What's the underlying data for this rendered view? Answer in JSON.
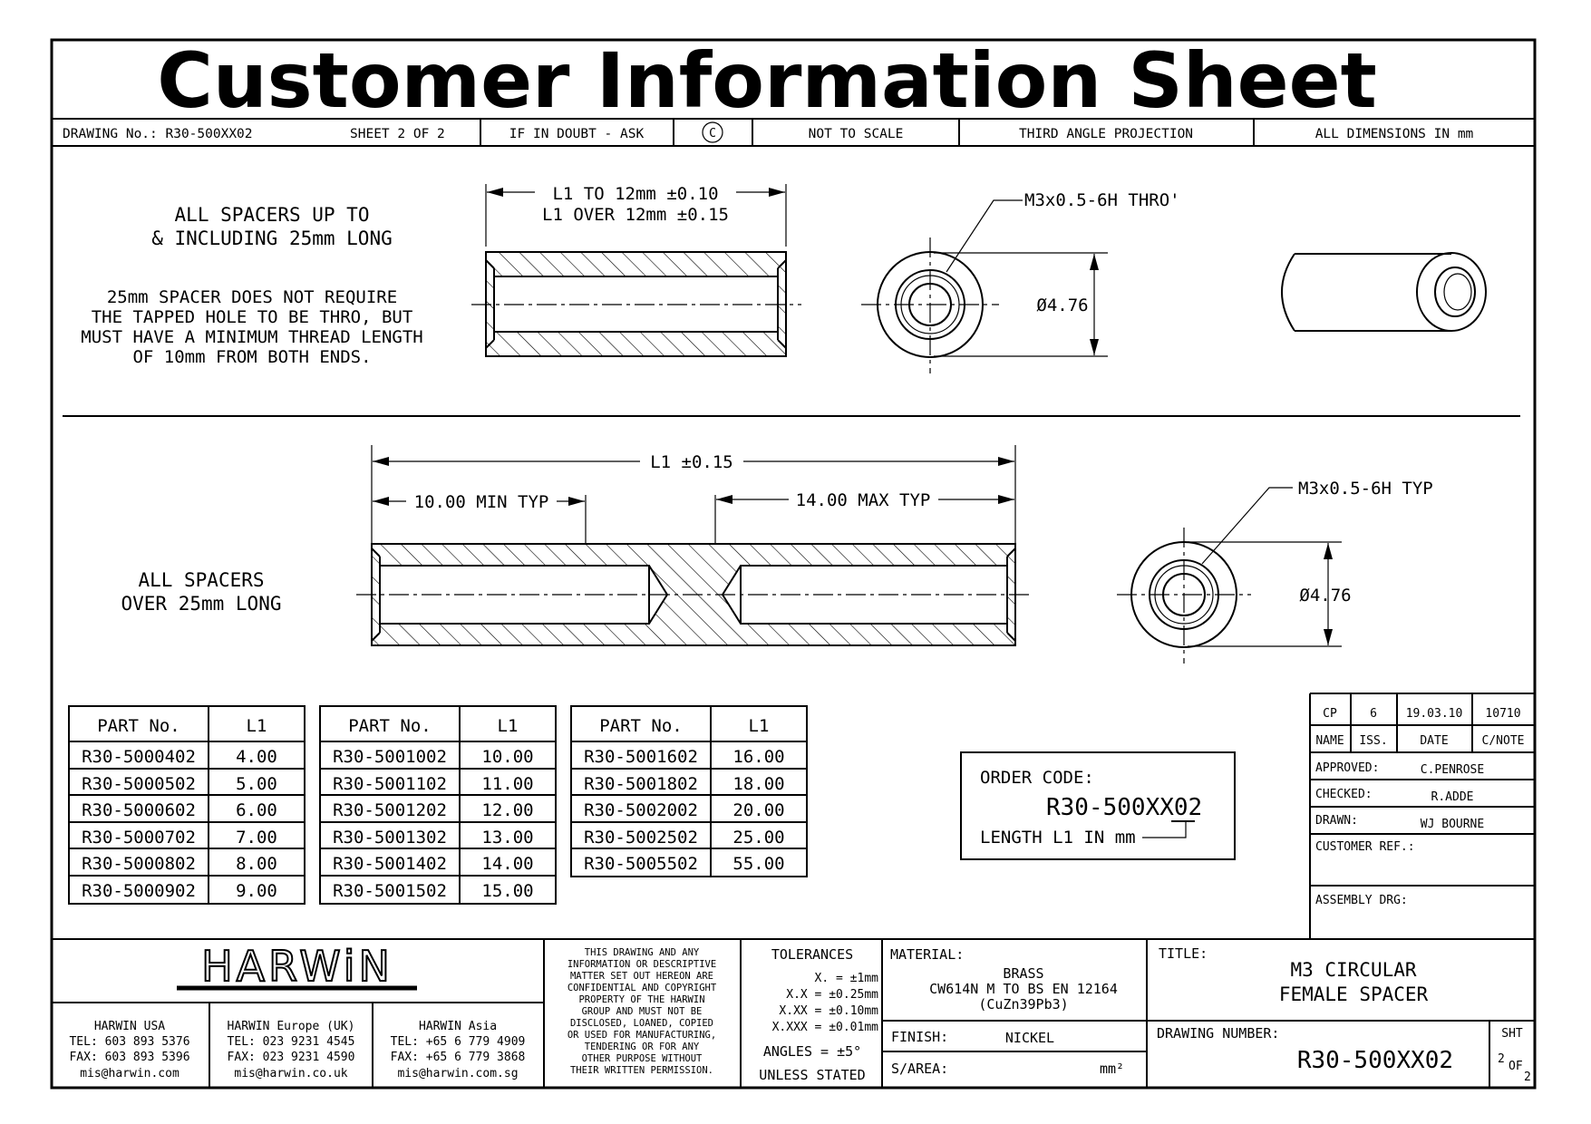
{
  "title": "Customer Information Sheet",
  "strip": {
    "drawing_no": "DRAWING No.: R30-500XX02",
    "sheet": "SHEET 2 OF 2",
    "doubt": "IF IN DOUBT - ASK",
    "copyright": "C",
    "scale": "NOT TO SCALE",
    "projection": "THIRD ANGLE PROJECTION",
    "dimensions": "ALL DIMENSIONS IN mm"
  },
  "upper": {
    "heading_1": "ALL SPACERS UP TO",
    "heading_2": "& INCLUDING 25mm LONG",
    "note_1": "25mm SPACER DOES NOT REQUIRE",
    "note_2": "THE TAPPED HOLE TO BE THRO, BUT",
    "note_3": "MUST HAVE A MINIMUM THREAD LENGTH",
    "note_4": "OF 10mm FROM BOTH ENDS.",
    "tol_1": "L1 TO 12mm ±0.10",
    "tol_2": "L1 OVER 12mm ±0.15",
    "thread": "M3x0.5-6H THRO'",
    "diameter": "Ø4.76"
  },
  "lower": {
    "heading_1": "ALL SPACERS",
    "heading_2": "OVER 25mm LONG",
    "length": "L1 ±0.15",
    "min": "10.00 MIN TYP",
    "max": "14.00 MAX TYP",
    "thread": "M3x0.5-6H TYP",
    "diameter": "Ø4.76"
  },
  "parts_tables": [
    {
      "headers": [
        "PART No.",
        "L1"
      ],
      "rows": [
        [
          "R30-5000402",
          "4.00"
        ],
        [
          "R30-5000502",
          "5.00"
        ],
        [
          "R30-5000602",
          "6.00"
        ],
        [
          "R30-5000702",
          "7.00"
        ],
        [
          "R30-5000802",
          "8.00"
        ],
        [
          "R30-5000902",
          "9.00"
        ]
      ]
    },
    {
      "headers": [
        "PART No.",
        "L1"
      ],
      "rows": [
        [
          "R30-5001002",
          "10.00"
        ],
        [
          "R30-5001102",
          "11.00"
        ],
        [
          "R30-5001202",
          "12.00"
        ],
        [
          "R30-5001302",
          "13.00"
        ],
        [
          "R30-5001402",
          "14.00"
        ],
        [
          "R30-5001502",
          "15.00"
        ]
      ]
    },
    {
      "headers": [
        "PART No.",
        "L1"
      ],
      "rows": [
        [
          "R30-5001602",
          "16.00"
        ],
        [
          "R30-5001802",
          "18.00"
        ],
        [
          "R30-5002002",
          "20.00"
        ],
        [
          "R30-5002502",
          "25.00"
        ],
        [
          "R30-5005502",
          "55.00"
        ]
      ]
    }
  ],
  "order_code": {
    "label": "ORDER CODE:",
    "code": "R30-500XX02",
    "length_note": "LENGTH L1 IN mm"
  },
  "revision": {
    "name": "CP",
    "iss": "6",
    "date": "19.03.10",
    "cnote": "10710",
    "h_name": "NAME",
    "h_iss": "ISS.",
    "h_date": "DATE",
    "h_cnote": "C/NOTE",
    "approved_label": "APPROVED:",
    "approved": "C.PENROSE",
    "checked_label": "CHECKED:",
    "checked": "R.ADDE",
    "drawn_label": "DRAWN:",
    "drawn": "WJ BOURNE",
    "customer_ref": "CUSTOMER REF.:",
    "assembly": "ASSEMBLY DRG:"
  },
  "company": {
    "logo": "HARWiN",
    "usa": {
      "name": "HARWIN USA",
      "tel": "TEL: 603 893 5376",
      "fax": "FAX: 603 893 5396",
      "email": "mis@harwin.com"
    },
    "europe": {
      "name": "HARWIN Europe (UK)",
      "tel": "TEL: 023 9231 4545",
      "fax": "FAX: 023 9231 4590",
      "email": "mis@harwin.co.uk"
    },
    "asia": {
      "name": "HARWIN Asia",
      "tel": "TEL: +65 6 779 4909",
      "fax": "FAX: +65 6 779 3868",
      "email": "mis@harwin.com.sg"
    }
  },
  "confidential": [
    "THIS DRAWING AND ANY",
    "INFORMATION OR DESCRIPTIVE",
    "MATTER SET OUT HEREON ARE",
    "CONFIDENTIAL AND COPYRIGHT",
    "PROPERTY OF THE HARWIN",
    "GROUP AND MUST NOT BE",
    "DISCLOSED, LOANED, COPIED",
    "OR USED FOR MANUFACTURING,",
    "TENDERING OR FOR ANY",
    "OTHER PURPOSE WITHOUT",
    "THEIR WRITTEN PERMISSION."
  ],
  "tolerances": {
    "title": "TOLERANCES",
    "x": "X.  = ±1mm",
    "xx": "X.X  = ±0.25mm",
    "xxx": "X.XX = ±0.10mm",
    "xxxx": "X.XXX = ±0.01mm",
    "angles": "ANGLES = ±5°",
    "unless": "UNLESS STATED"
  },
  "material": {
    "label": "MATERIAL:",
    "line1": "BRASS",
    "line2": "CW614N M TO BS EN 12164",
    "line3": "(CuZn39Pb3)",
    "finish_label": "FINISH:",
    "finish": "NICKEL",
    "area_label": "S/AREA:",
    "area_unit": "mm²"
  },
  "title_block": {
    "label": "TITLE:",
    "line1": "M3 CIRCULAR",
    "line2": "FEMALE SPACER",
    "number_label": "DRAWING NUMBER:",
    "number": "R30-500XX02",
    "sht_label": "SHT",
    "sht_num": "2",
    "sht_of": "OF",
    "sht_total": "2"
  }
}
